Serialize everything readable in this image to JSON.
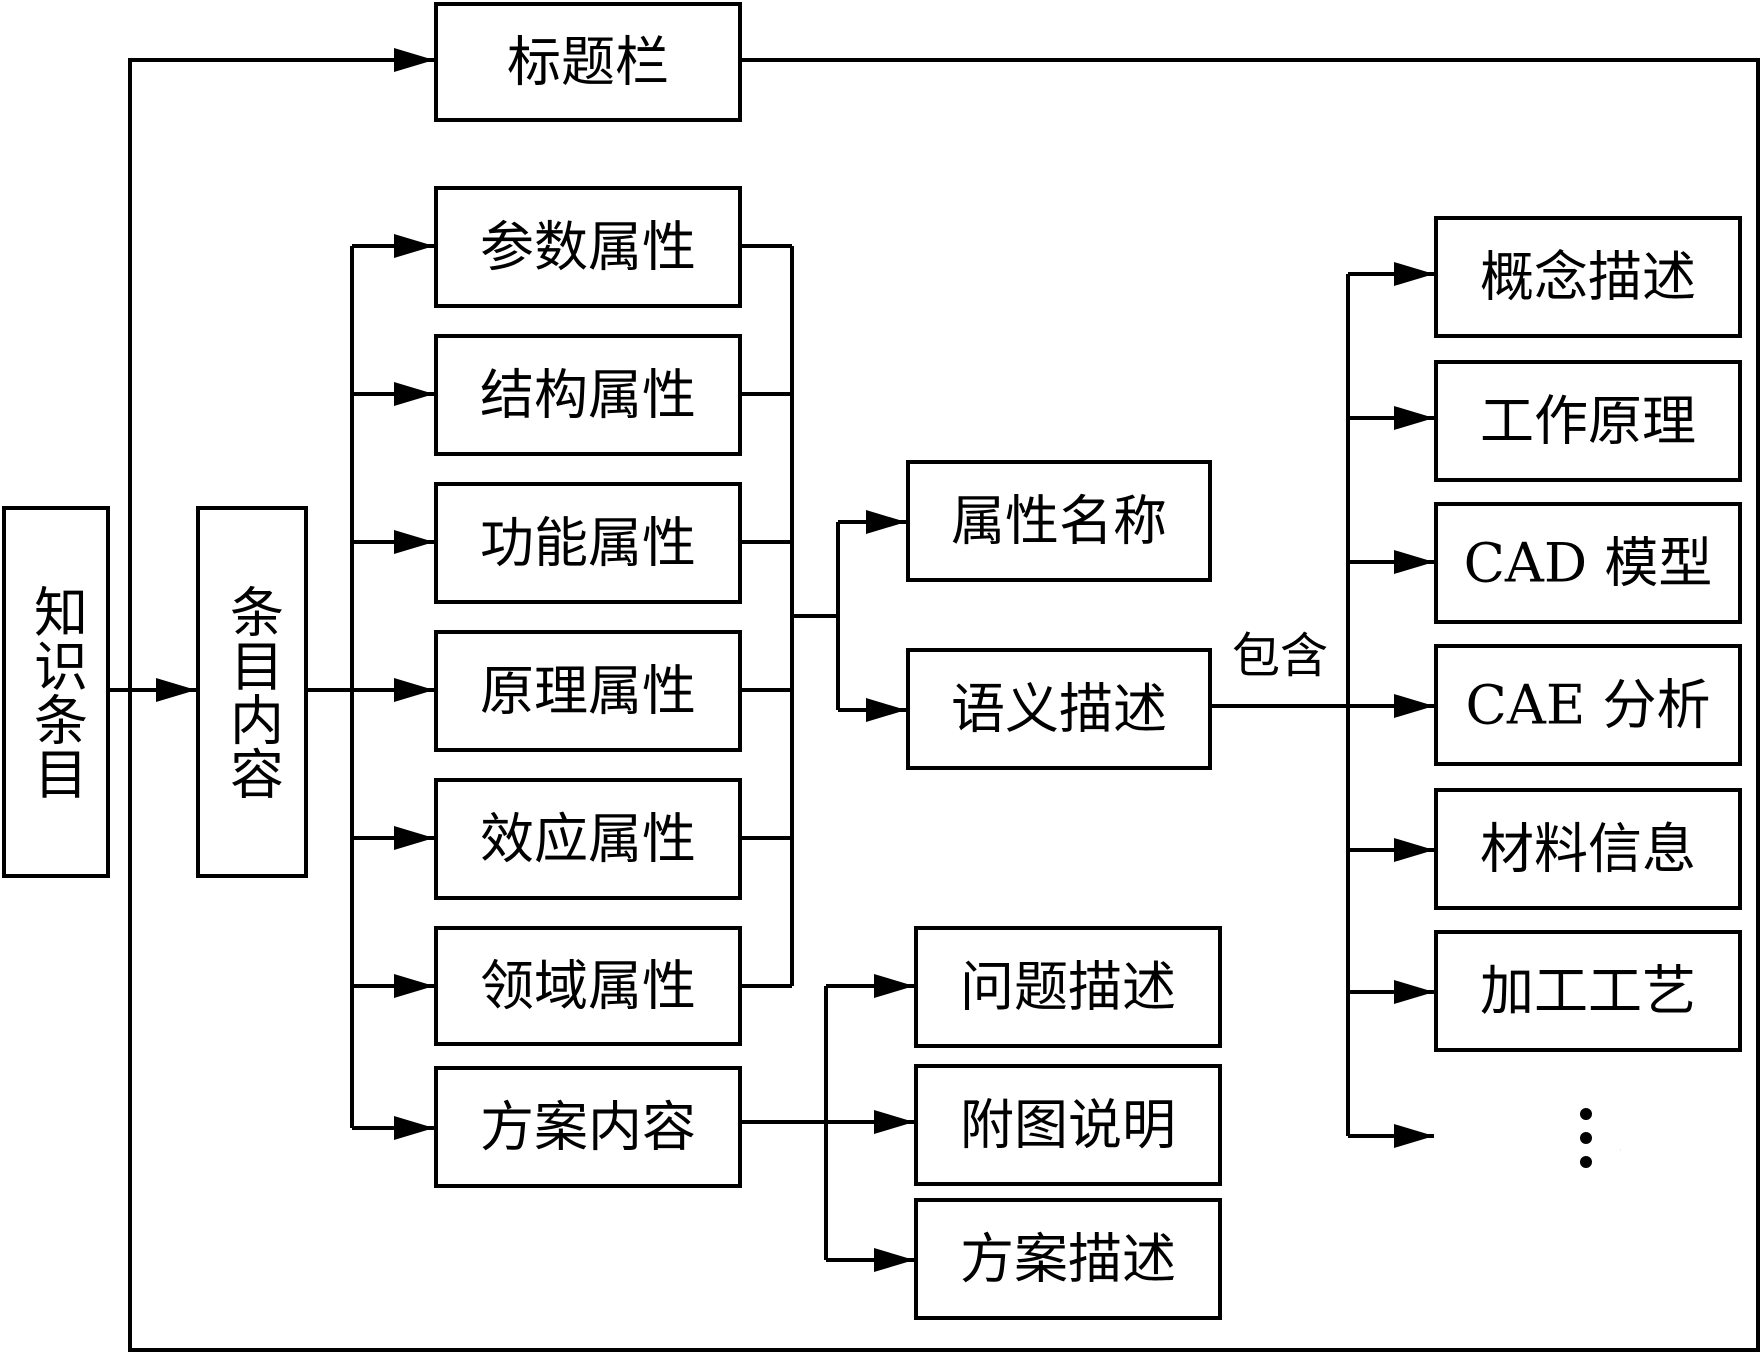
{
  "nodes": {
    "knowledge_entry": {
      "label": "知识条目"
    },
    "entry_content": {
      "label": "条目内容"
    },
    "title_bar": {
      "label": "标题栏"
    },
    "parameter_attr": {
      "label": "参数属性"
    },
    "structure_attr": {
      "label": "结构属性"
    },
    "function_attr": {
      "label": "功能属性"
    },
    "principle_attr": {
      "label": "原理属性"
    },
    "effect_attr": {
      "label": "效应属性"
    },
    "domain_attr": {
      "label": "领域属性"
    },
    "scheme_content": {
      "label": "方案内容"
    },
    "attr_name": {
      "label": "属性名称"
    },
    "semantic_desc": {
      "label": "语义描述"
    },
    "problem_desc": {
      "label": "问题描述"
    },
    "figure_note": {
      "label": "附图说明"
    },
    "scheme_desc": {
      "label": "方案描述"
    },
    "concept_desc": {
      "label": "概念描述"
    },
    "working_principle": {
      "label": "工作原理"
    },
    "cad_model": {
      "label": "CAD 模型"
    },
    "cae_analysis": {
      "label": "CAE 分析"
    },
    "material_info": {
      "label": "材料信息"
    },
    "processing": {
      "label": "加工工艺"
    }
  },
  "edge_labels": {
    "contains": "包含"
  },
  "ellipsis": "⋮"
}
